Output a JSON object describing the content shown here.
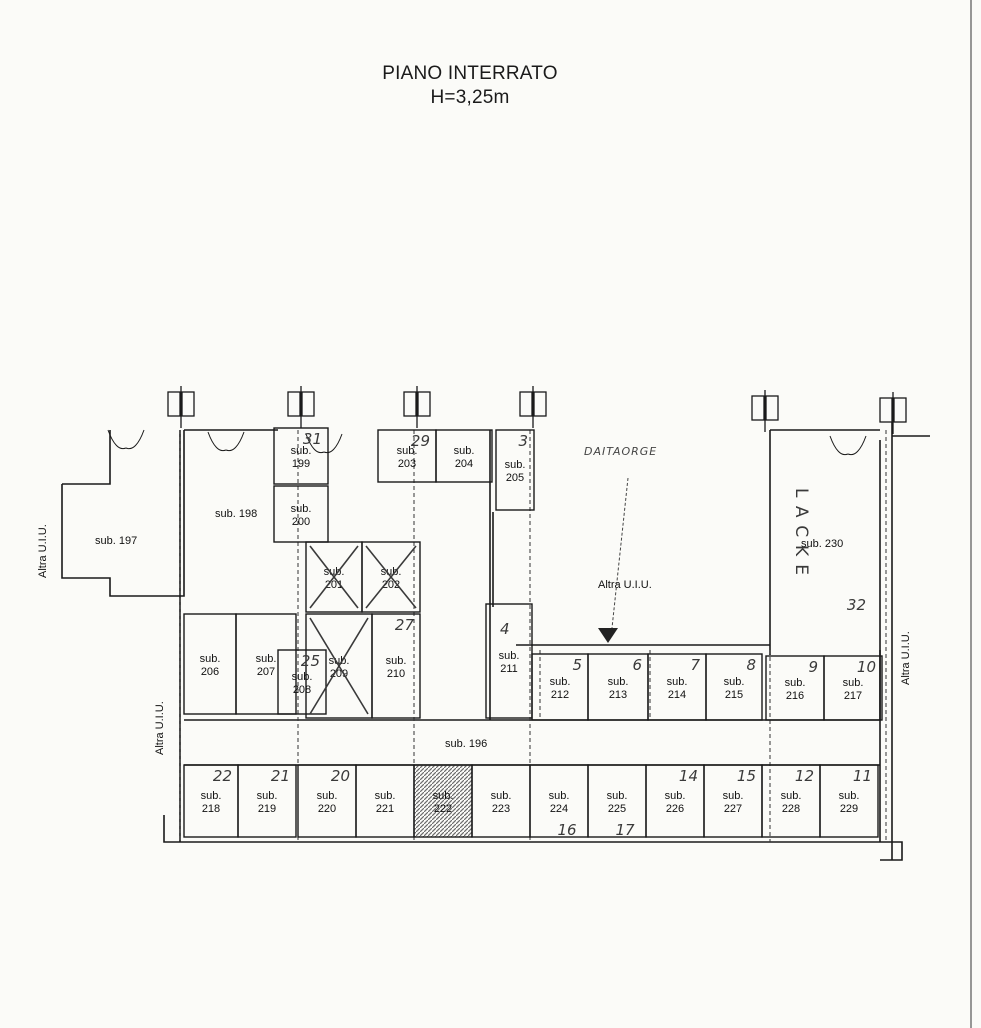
{
  "title": {
    "line1": "PIANO INTERRATO",
    "line2": "H=3,25m"
  },
  "other_unit_label": "Altra U.I.U.",
  "corridor_label": "sub. 196",
  "handwriting": {
    "arrow_note": "DAITAORGE",
    "vertical_note": "LACKE"
  },
  "units": [
    {
      "id": "197",
      "label": "sub. 197"
    },
    {
      "id": "198",
      "label": "sub. 198"
    },
    {
      "id": "199",
      "label_top": "sub.",
      "label_bottom": "199",
      "mark": "31"
    },
    {
      "id": "200",
      "label_top": "sub.",
      "label_bottom": "200"
    },
    {
      "id": "201",
      "label_top": "sub.",
      "label_bottom": "201",
      "crossed": true
    },
    {
      "id": "202",
      "label_top": "sub.",
      "label_bottom": "202",
      "crossed": true
    },
    {
      "id": "203",
      "label_top": "sub.",
      "label_bottom": "203",
      "mark": "29"
    },
    {
      "id": "204",
      "label_top": "sub.",
      "label_bottom": "204"
    },
    {
      "id": "205",
      "label_top": "sub.",
      "label_bottom": "205",
      "mark": "3"
    },
    {
      "id": "206",
      "label_top": "sub.",
      "label_bottom": "206"
    },
    {
      "id": "207",
      "label_top": "sub.",
      "label_bottom": "207"
    },
    {
      "id": "208",
      "label_top": "sub.",
      "label_bottom": "208",
      "mark": "25"
    },
    {
      "id": "209",
      "label_top": "sub.",
      "label_bottom": "209",
      "crossed": true
    },
    {
      "id": "210",
      "label_top": "sub.",
      "label_bottom": "210",
      "mark": "27"
    },
    {
      "id": "211",
      "label_top": "sub.",
      "label_bottom": "211",
      "mark": "4"
    },
    {
      "id": "212",
      "label_top": "sub.",
      "label_bottom": "212",
      "mark": "5"
    },
    {
      "id": "213",
      "label_top": "sub.",
      "label_bottom": "213",
      "mark": "6"
    },
    {
      "id": "214",
      "label_top": "sub.",
      "label_bottom": "214",
      "mark": "7"
    },
    {
      "id": "215",
      "label_top": "sub.",
      "label_bottom": "215",
      "mark": "8"
    },
    {
      "id": "216",
      "label_top": "sub.",
      "label_bottom": "216",
      "mark": "9"
    },
    {
      "id": "217",
      "label_top": "sub.",
      "label_bottom": "217",
      "mark": "10"
    },
    {
      "id": "218",
      "label_top": "sub.",
      "label_bottom": "218",
      "mark": "22"
    },
    {
      "id": "219",
      "label_top": "sub.",
      "label_bottom": "219",
      "mark": "21"
    },
    {
      "id": "220",
      "label_top": "sub.",
      "label_bottom": "220",
      "mark": "20"
    },
    {
      "id": "221",
      "label_top": "sub.",
      "label_bottom": "221"
    },
    {
      "id": "222",
      "label_top": "sub.",
      "label_bottom": "222",
      "hatched": true
    },
    {
      "id": "223",
      "label_top": "sub.",
      "label_bottom": "223"
    },
    {
      "id": "224",
      "label_top": "sub.",
      "label_bottom": "224",
      "mark": "16"
    },
    {
      "id": "225",
      "label_top": "sub.",
      "label_bottom": "225",
      "mark": "17"
    },
    {
      "id": "226",
      "label_top": "sub.",
      "label_bottom": "226",
      "mark": "14"
    },
    {
      "id": "227",
      "label_top": "sub.",
      "label_bottom": "227",
      "mark": "15"
    },
    {
      "id": "228",
      "label_top": "sub.",
      "label_bottom": "228",
      "mark": "12"
    },
    {
      "id": "229",
      "label_top": "sub.",
      "label_bottom": "229",
      "mark": "11"
    },
    {
      "id": "230",
      "label": "sub. 230",
      "mark": "32"
    }
  ],
  "colors": {
    "ink": "#1a1a1a",
    "pencil": "#3a3a3a",
    "hatch": "#6b6b6b",
    "paper": "#fbfbf8"
  }
}
